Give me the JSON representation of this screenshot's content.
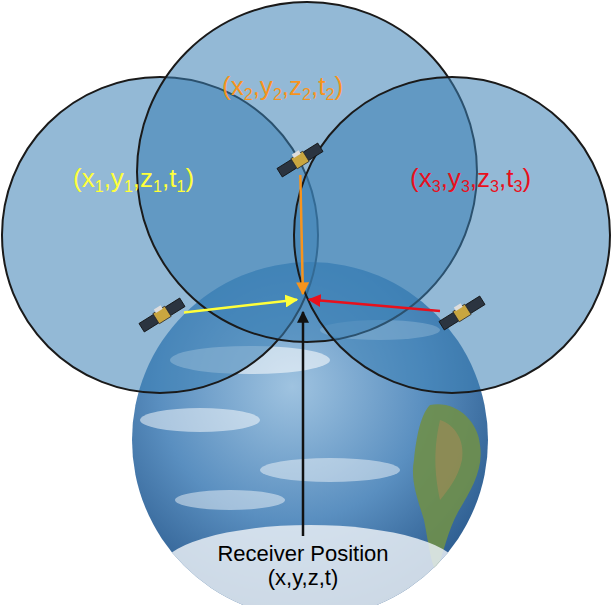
{
  "diagram": {
    "nodes": [
      {
        "text": [
          "(x1,y1,z1,t1)"
        ]
      },
      {
        "text": [
          "(x2,y2,z2,t2)"
        ]
      },
      {
        "text": [
          "(x3,y3,z3,t3)"
        ]
      },
      {
        "text": [
          "Receiver Position (x,y,z,t)"
        ]
      }
    ],
    "edges": [
      {
        "from": 0,
        "to": 3,
        "arrow": "to"
      },
      {
        "from": 1,
        "to": 3,
        "arrow": "to"
      },
      {
        "from": 2,
        "to": 3,
        "arrow": "to"
      }
    ]
  }
}
